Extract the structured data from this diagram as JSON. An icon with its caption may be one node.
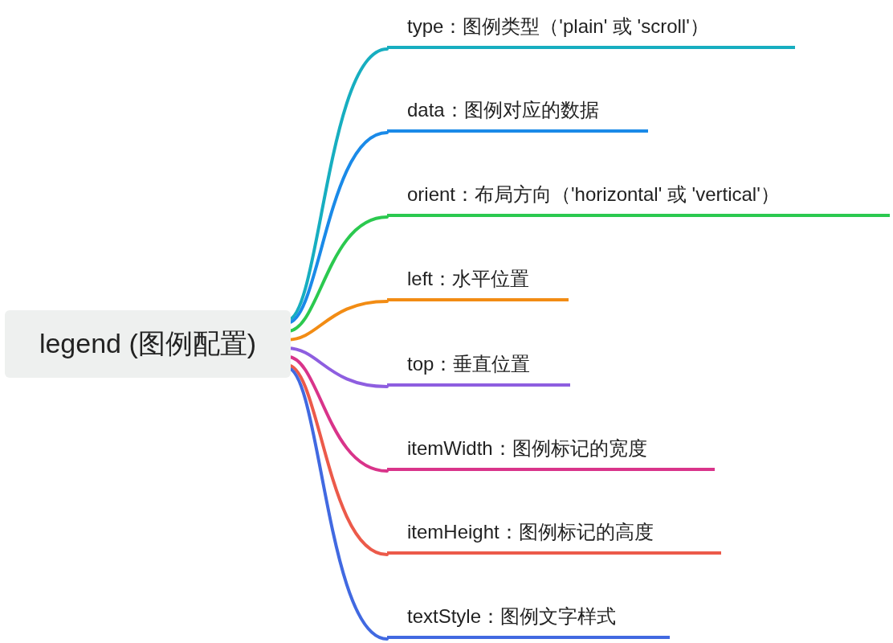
{
  "diagram": {
    "nodes": [
      {
        "text": [
          "legend (图例配置)"
        ]
      },
      {
        "text": [
          "type：图例类型（'plain' 或 'scroll'）"
        ]
      },
      {
        "text": [
          "data：图例对应的数据"
        ]
      },
      {
        "text": [
          "orient：布局方向（'horizontal' 或 'vertical'）"
        ]
      },
      {
        "text": [
          "left：水平位置"
        ]
      },
      {
        "text": [
          "top：垂直位置"
        ]
      },
      {
        "text": [
          "itemWidth：图例标记的宽度"
        ]
      },
      {
        "text": [
          "itemHeight：图例标记的高度"
        ]
      },
      {
        "text": [
          "textStyle：图例文字样式"
        ]
      }
    ],
    "edges": [
      {
        "from": 0,
        "to": 1,
        "arrow": "none",
        "color": "#17aec0"
      },
      {
        "from": 0,
        "to": 2,
        "arrow": "none",
        "color": "#1a8ae8"
      },
      {
        "from": 0,
        "to": 3,
        "arrow": "none",
        "color": "#2bc94f"
      },
      {
        "from": 0,
        "to": 4,
        "arrow": "none",
        "color": "#f28c14"
      },
      {
        "from": 0,
        "to": 5,
        "arrow": "none",
        "color": "#8e5ee0"
      },
      {
        "from": 0,
        "to": 6,
        "arrow": "none",
        "color": "#d9348a"
      },
      {
        "from": 0,
        "to": 7,
        "arrow": "none",
        "color": "#ec5a4a"
      },
      {
        "from": 0,
        "to": 8,
        "arrow": "none",
        "color": "#4169e1"
      }
    ]
  }
}
